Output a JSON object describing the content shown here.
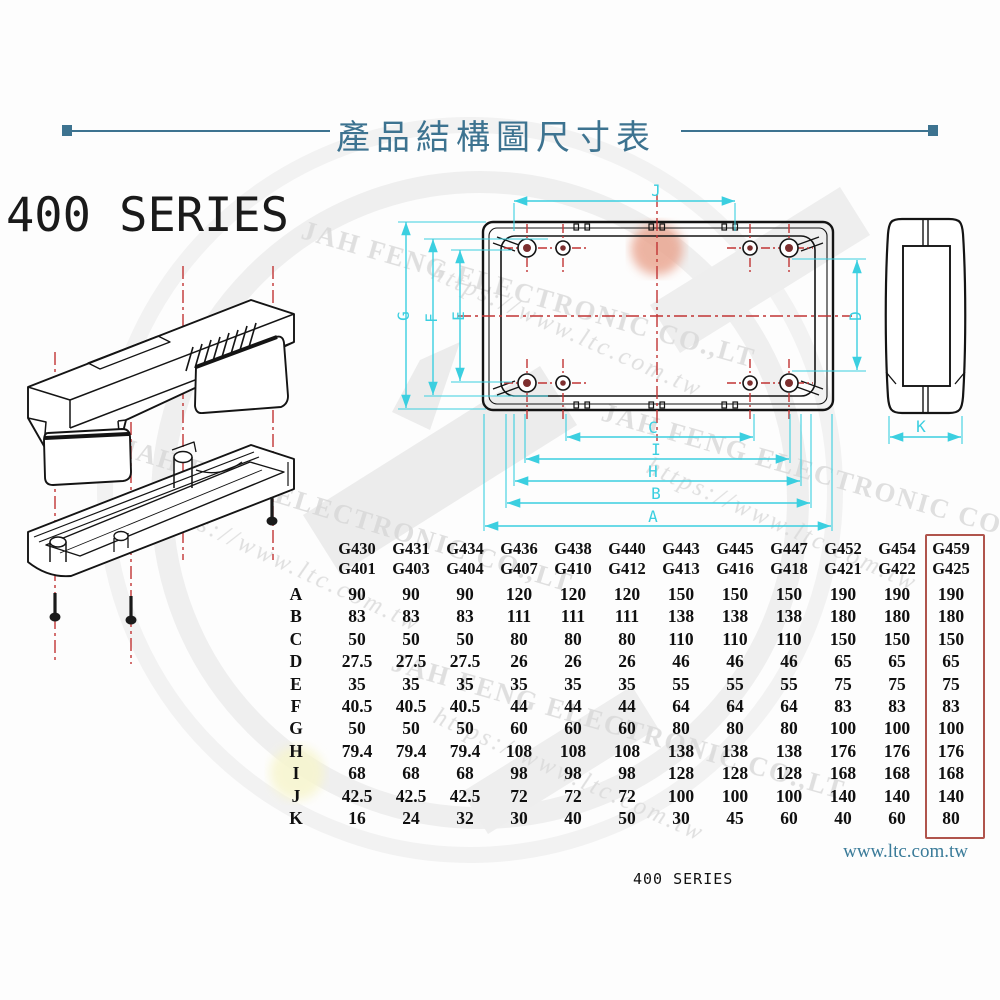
{
  "header": {
    "title": "產品結構圖尺寸表"
  },
  "series": {
    "heading": "400 SERIES",
    "footer": "400 SERIES"
  },
  "website": {
    "url": "www.ltc.com.tw"
  },
  "watermark": {
    "company": "JAH FENG ELECTRONIC CO.,LT",
    "url": "https://www.ltc.com.tw"
  },
  "diagram": {
    "dim_labels": {
      "A": "A",
      "B": "B",
      "C": "C",
      "D": "D",
      "E": "E",
      "F": "F",
      "G": "G",
      "H": "H",
      "I": "I",
      "J": "J",
      "K": "K"
    }
  },
  "table": {
    "row_labels": [
      "A",
      "B",
      "C",
      "D",
      "E",
      "F",
      "G",
      "H",
      "I",
      "J",
      "K"
    ],
    "columns": [
      {
        "model_top": "G430",
        "model_bottom": "G401"
      },
      {
        "model_top": "G431",
        "model_bottom": "G403"
      },
      {
        "model_top": "G434",
        "model_bottom": "G404"
      },
      {
        "model_top": "G436",
        "model_bottom": "G407"
      },
      {
        "model_top": "G438",
        "model_bottom": "G410"
      },
      {
        "model_top": "G440",
        "model_bottom": "G412"
      },
      {
        "model_top": "G443",
        "model_bottom": "G413"
      },
      {
        "model_top": "G445",
        "model_bottom": "G416"
      },
      {
        "model_top": "G447",
        "model_bottom": "G418"
      },
      {
        "model_top": "G452",
        "model_bottom": "G421"
      },
      {
        "model_top": "G454",
        "model_bottom": "G422"
      },
      {
        "model_top": "G459",
        "model_bottom": "G425"
      }
    ],
    "values": [
      [
        "90",
        "90",
        "90",
        "120",
        "120",
        "120",
        "150",
        "150",
        "150",
        "190",
        "190",
        "190"
      ],
      [
        "83",
        "83",
        "83",
        "111",
        "111",
        "111",
        "138",
        "138",
        "138",
        "180",
        "180",
        "180"
      ],
      [
        "50",
        "50",
        "50",
        "80",
        "80",
        "80",
        "110",
        "110",
        "110",
        "150",
        "150",
        "150"
      ],
      [
        "27.5",
        "27.5",
        "27.5",
        "26",
        "26",
        "26",
        "46",
        "46",
        "46",
        "65",
        "65",
        "65"
      ],
      [
        "35",
        "35",
        "35",
        "35",
        "35",
        "35",
        "55",
        "55",
        "55",
        "75",
        "75",
        "75"
      ],
      [
        "40.5",
        "40.5",
        "40.5",
        "44",
        "44",
        "44",
        "64",
        "64",
        "64",
        "83",
        "83",
        "83"
      ],
      [
        "50",
        "50",
        "50",
        "60",
        "60",
        "60",
        "80",
        "80",
        "80",
        "100",
        "100",
        "100"
      ],
      [
        "79.4",
        "79.4",
        "79.4",
        "108",
        "108",
        "108",
        "138",
        "138",
        "138",
        "176",
        "176",
        "176"
      ],
      [
        "68",
        "68",
        "68",
        "98",
        "98",
        "98",
        "128",
        "128",
        "128",
        "168",
        "168",
        "168"
      ],
      [
        "42.5",
        "42.5",
        "42.5",
        "72",
        "72",
        "72",
        "100",
        "100",
        "100",
        "140",
        "140",
        "140"
      ],
      [
        "16",
        "24",
        "32",
        "30",
        "40",
        "50",
        "30",
        "45",
        "60",
        "40",
        "60",
        "80"
      ]
    ],
    "highlight_column_index": 11
  },
  "colors": {
    "accent_blue": "#3d7390",
    "dimension_cyan": "#3bcfe0",
    "centerline_red": "#c13434",
    "highlight_red": "#b0544c",
    "link_teal": "#3a7b99"
  }
}
